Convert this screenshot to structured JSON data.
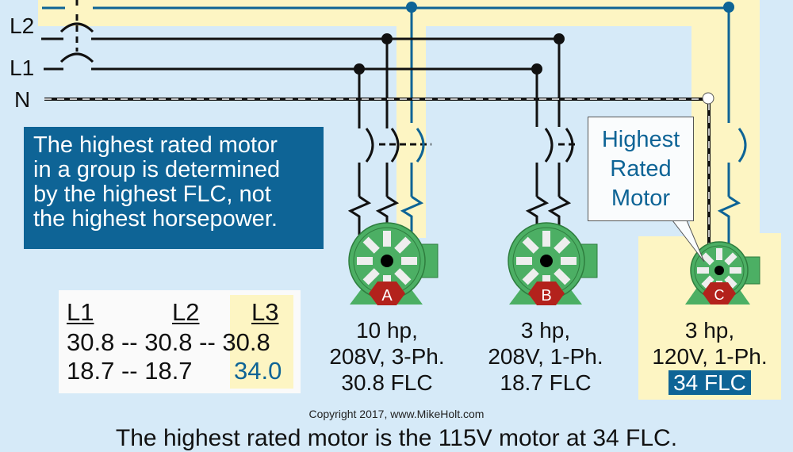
{
  "bus_labels": {
    "l2": "L2",
    "l1": "L1",
    "n": "N"
  },
  "note": {
    "lines": [
      "The highest rated motor",
      "in a group is determined",
      "by the highest FLC, not",
      "the highest horsepower."
    ]
  },
  "callout": {
    "lines": [
      "Highest",
      "Rated",
      "Motor"
    ]
  },
  "table": {
    "headers": [
      "L1",
      "L2",
      "L3"
    ],
    "row1": "30.8 -- 30.8 -- 30.8",
    "row2_left": "18.7 -- 18.7",
    "row2_l3": "34.0"
  },
  "motors": [
    {
      "id": "A",
      "hp": "10 hp,",
      "voltage": "208V, 3-Ph.",
      "flc": "30.8 FLC"
    },
    {
      "id": "B",
      "hp": "3 hp,",
      "voltage": "208V, 1-Ph.",
      "flc": "18.7 FLC"
    },
    {
      "id": "C",
      "hp": "3 hp,",
      "voltage": "120V, 1-Ph.",
      "flc": "34 FLC"
    }
  ],
  "copyright": "Copyright 2017, www.MikeHolt.com",
  "caption": "The highest rated motor is the 115V motor at 34 FLC.",
  "colors": {
    "background": "#d6eaf8",
    "highlight": "#fdf5c3",
    "blue": "#0e6496",
    "motor_green": "#4caf64",
    "badge_red": "#b3221c"
  }
}
